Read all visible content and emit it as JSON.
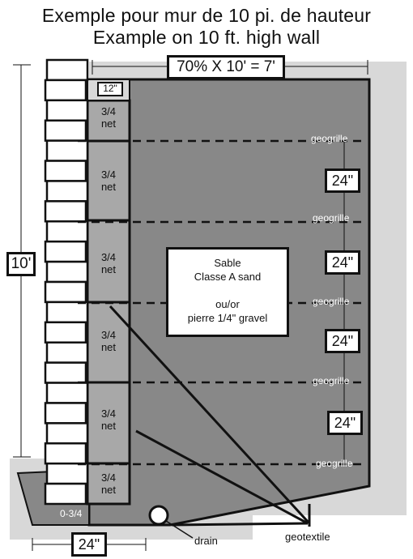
{
  "title_fr": "Exemple pour mur de 10 pi. de hauteur",
  "title_en": "Example on 10 ft. high wall",
  "top_dimension": "70% X 10' = 7'",
  "small_dim": "12\"",
  "wall_height": "10'",
  "fill_label_1": "Sable",
  "fill_label_2": "Classe A sand",
  "fill_label_3": "ou/or",
  "fill_label_4": "pierre 1/4\" gravel",
  "net_sections": [
    "3/4 net",
    "3/4 net",
    "3/4 net",
    "3/4 net",
    "3/4 net",
    "3/4 net"
  ],
  "net_line1": "3/4",
  "net_line2": "net",
  "geogrid_label": "geogrille",
  "spacing_label": "24\"",
  "base_material": "0-3/4",
  "base_width": "24\"",
  "drain_label": "drain",
  "geotextile_label": "geotextile",
  "colors": {
    "fill": "#888888",
    "dark": "#111111",
    "light": "#d8d8d8",
    "net": "#a8a8a8"
  }
}
